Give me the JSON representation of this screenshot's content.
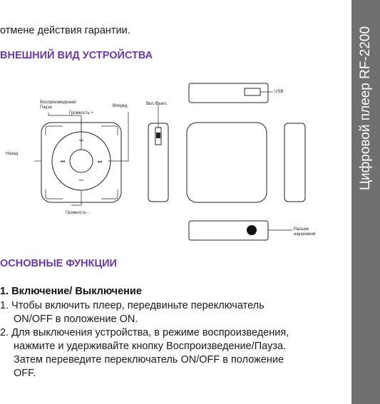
{
  "intro_line": "отмене действия гарантии.",
  "heading_appearance": "ВНЕШНИЙ ВИД УСТРОЙСТВА",
  "diagram_labels": {
    "play_pause": "Воспроизведение/\nПауза",
    "volume_up": "Громкость +",
    "forward": "Вперед",
    "power": "Вкл./Выкл.",
    "usb": "USB",
    "back": "Назад",
    "volume_down": "Громкость -",
    "headphone_jack": "Разъем\nнаушников"
  },
  "heading_functions": "ОСНОВНЫЕ ФУНКЦИИ",
  "subheading": "1. Включение/ Выключение",
  "steps": [
    "1. Чтобы включить плеер, передвиньте переключатель",
    "ON/OFF в положение ON.",
    "2. Для выключения устройства, в режиме воспроизведения,",
    "нажмите и удерживайте кнопку Воспроизведение/Пауза.",
    "Затем переведите переключатель ON/OFF в положение",
    "OFF."
  ],
  "sidebar_title": "Цифровой плеер RF-2200",
  "colors": {
    "heading": "#6b3aa0",
    "sidebar_bg": "#6e7073",
    "sidebar_text": "#ffffff"
  }
}
